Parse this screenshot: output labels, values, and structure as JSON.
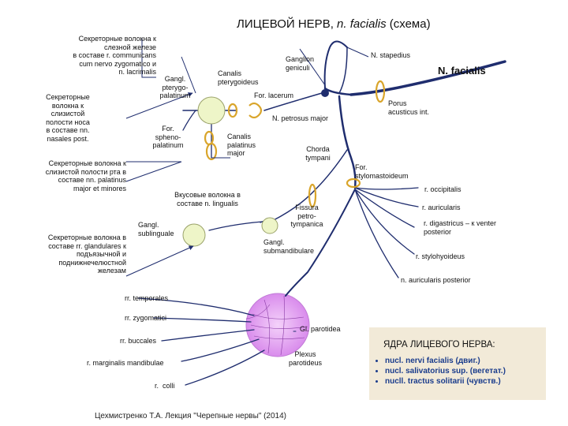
{
  "title": {
    "main": "ЛИЦЕВОЙ НЕРВ,",
    "latin": "n. facialis",
    "sub": "(схема)"
  },
  "labels": {
    "lacrimal_secretory": "Секреторные волокна к\nслезной железе\nв составе r. communicans\ncum nervo zygomatico и\nn. lacrimalis",
    "nasal_secretory": "Секреторные\nволокна к\nслизистой\nполости носа\nв составе nn.\nnasales post.",
    "oral_secretory": "Секреторные волокна к\nслизистой полости рта в\nсоставе nn. palatinus\nmajor et minores",
    "gland_secretory": "Секреторные волокна в\nсоставе rr. glandulares к\nподъязычной и\nподнижнечелюстной\nжелезам",
    "gangl_pterygopalatinum": "Gangl.\npterygo-\npalatinum",
    "for_sphenopalatinum": "For.\nspheno-\npalatinum",
    "canalis_pterygoideus": "Canalis\npterygoideus",
    "ganglion_geniculi": "Ganglion\ngeniculi",
    "n_stapedius": "N. stapedius",
    "n_facialis": "N. facialis",
    "for_lacerum": "For. lacerum",
    "porus_acusticus": "Porus\nacusticus int.",
    "n_petrosus_major": "N. petrosus major",
    "canalis_palatinus": "Canalis\npalatinus\nmajor",
    "chorda_tympani": "Chorda\ntympani",
    "for_stylomastoideum": "For.\nstylomastoideum",
    "taste_fibers": "Вкусовые волокна в\nсоставе n. lingualis",
    "gangl_sublinguale": "Gangl.\nsublinguale",
    "fissura_petrotympanica": "Fissura\npetro-\ntympanica",
    "gangl_submandibulare": "Gangl.\nsubmandibulare",
    "r_occipitalis": "r. occipitalis",
    "r_auricularis": "r. auricularis",
    "r_digastricus": "r. digastricus – к venter\nposterior",
    "r_stylohyoideus": "r. stylohyoideus",
    "n_auricularis_posterior": "n. auricularis posterior",
    "rr_temporales": "rr. temporales",
    "rr_zygomatici": "rr. zygomatici",
    "rr_buccales": "rr. buccales",
    "r_marginalis": "r. marginalis mandibulae",
    "r_colli": "r.  colli",
    "gl_parotidea": "Gl. parotidea",
    "plexus_parotideus": "Plexus\nparotideus"
  },
  "nuclei": {
    "heading": "ЯДРА  ЛИЦЕВОГО  НЕРВА:",
    "items": [
      "nucl. nervi facialis (двиг.)",
      "nucl. salivatorius sup. (вегетат.)",
      "nucll. tractus solitarii (чувств.)"
    ]
  },
  "footer": "Цехмистренко Т.А. Лекция \"Черепные нервы\" (2014)",
  "colors": {
    "nerve": "#1f2d6e",
    "ganglion": "#eef5c8",
    "parotid": "#e6a6f2",
    "foramen": "#d9a52b",
    "nuclei_box": "#f2ead8",
    "nuclei_text": "#1a3c8c"
  }
}
